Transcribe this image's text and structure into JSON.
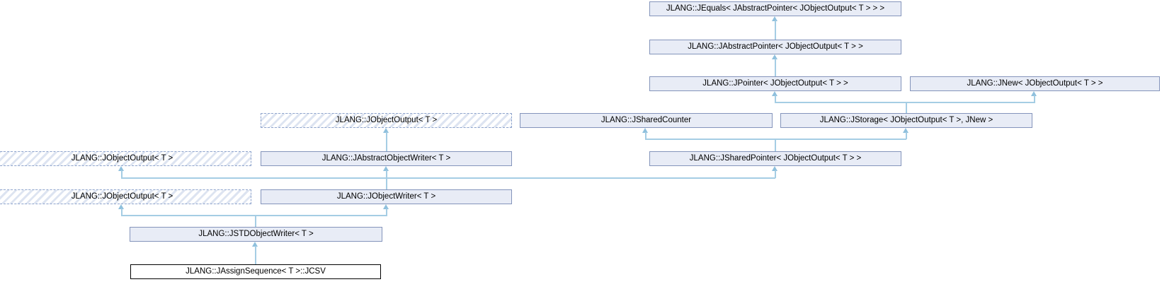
{
  "diagram": {
    "type": "class-inheritance-graph",
    "colors": {
      "background": "#ffffff",
      "node_fill": "#e8ecf6",
      "node_border": "#8494bb",
      "dashed_node_border": "#8da3cc",
      "hatch_stripe": "#dde4f1",
      "edge": "#a5cde4",
      "arrowhead": "#8fc0dd",
      "focus_node_border": "#000000",
      "focus_node_fill": "#ffffff",
      "text": "#000000"
    },
    "nodes": {
      "jequals": {
        "label": "JLANG::JEquals< JAbstractPointer< JObjectOutput< T > > >"
      },
      "jabstractpointer": {
        "label": "JLANG::JAbstractPointer< JObjectOutput< T > >"
      },
      "jpointer": {
        "label": "JLANG::JPointer< JObjectOutput< T > >"
      },
      "jnew": {
        "label": "JLANG::JNew< JObjectOutput< T > >"
      },
      "jobjectoutput_row4": {
        "label": "JLANG::JObjectOutput< T >"
      },
      "jsharedcounter": {
        "label": "JLANG::JSharedCounter"
      },
      "jstorage": {
        "label": "JLANG::JStorage< JObjectOutput< T >, JNew >"
      },
      "jobjectoutput_row5": {
        "label": "JLANG::JObjectOutput< T >"
      },
      "jabstractobjectwriter": {
        "label": "JLANG::JAbstractObjectWriter< T >"
      },
      "jsharedpointer": {
        "label": "JLANG::JSharedPointer< JObjectOutput< T > >"
      },
      "jobjectoutput_row6": {
        "label": "JLANG::JObjectOutput< T >"
      },
      "jobjectwriter": {
        "label": "JLANG::JObjectWriter< T >"
      },
      "jstdobjectwriter": {
        "label": "JLANG::JSTDObjectWriter< T >"
      },
      "jcsv": {
        "label": "JLANG::JAssignSequence< T >::JCSV"
      }
    }
  }
}
